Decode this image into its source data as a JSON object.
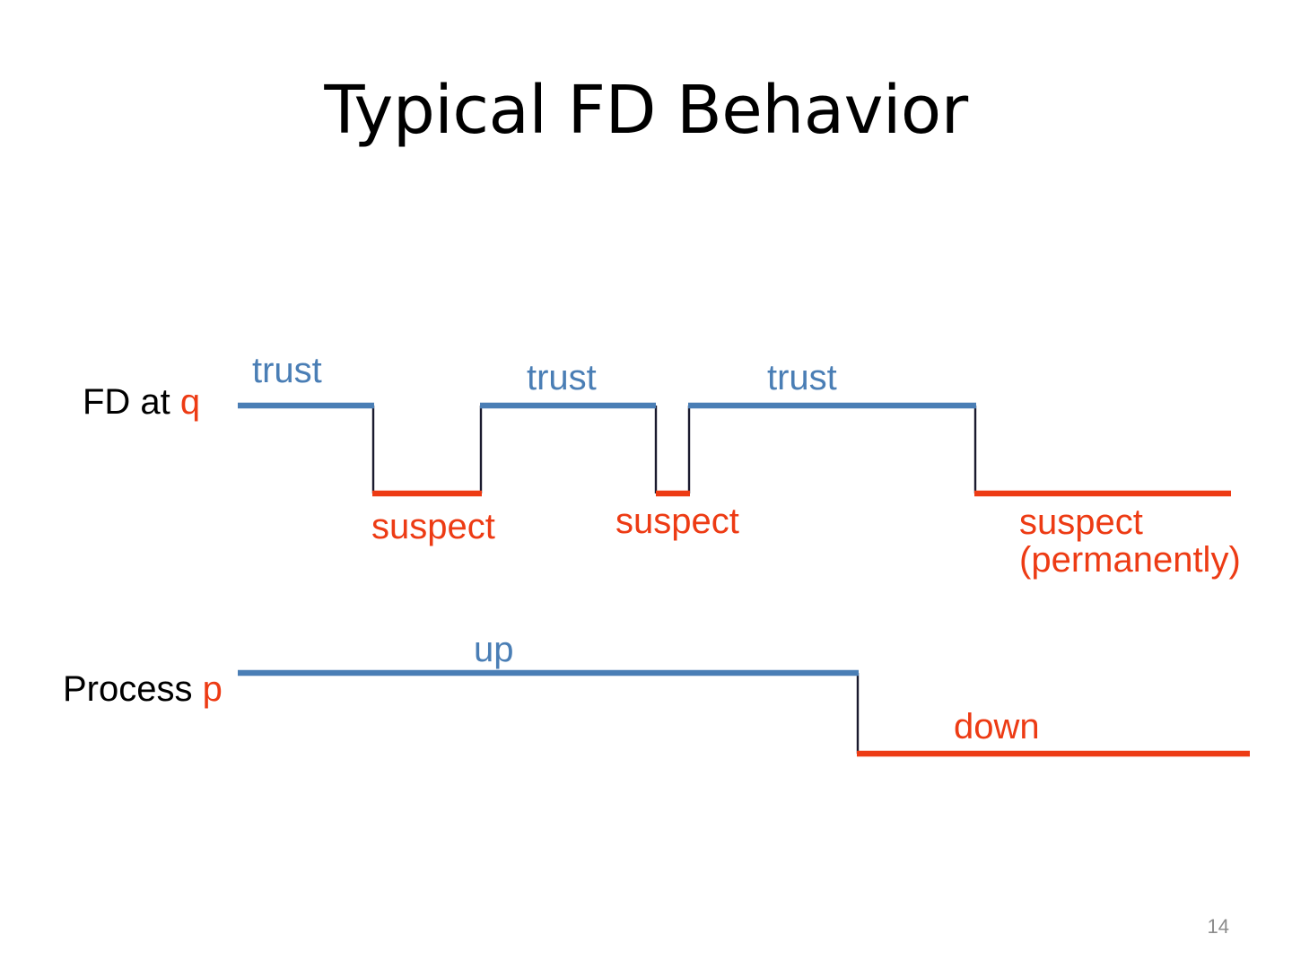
{
  "slide": {
    "title": "Typical FD Behavior",
    "page_number": "14",
    "colors": {
      "trust_blue": "#4A7EB5",
      "suspect_red": "#ED3B14",
      "connector": "#1A1A2E",
      "title_black": "#000000",
      "page_number_gray": "#8C8C8C",
      "background": "#FFFFFF"
    }
  },
  "rows": {
    "fd": {
      "label_prefix": "FD at ",
      "label_variable": "q"
    },
    "process": {
      "label_prefix": "Process ",
      "label_variable": "p"
    }
  },
  "labels": {
    "trust_1": "trust",
    "trust_2": "trust",
    "trust_3": "trust",
    "suspect_1": "suspect",
    "suspect_2": "suspect",
    "suspect_3_line1": "suspect",
    "suspect_3_line2": "(permanently)",
    "up": "up",
    "down": "down"
  },
  "chart_data": {
    "type": "line",
    "title": "Typical FD Behavior",
    "xlabel": "",
    "ylabel": "",
    "grid": false,
    "legend": "none",
    "description": "Step timing diagram of a failure detector module at process q tracking the up/down status of process p.",
    "series": [
      {
        "name": "FD at q",
        "row_label": "FD at q",
        "high_state": "trust",
        "low_state": "suspect",
        "high_color": "#4A7EB5",
        "low_color": "#ED3B14",
        "high_y": 452,
        "low_y": 550,
        "segments": [
          {
            "state": "trust",
            "x_start": 265,
            "x_end": 417,
            "y": 452,
            "color": "#4A7EB5",
            "label": "trust"
          },
          {
            "state": "suspect",
            "x_start": 415,
            "x_end": 537,
            "y": 550,
            "color": "#ED3B14",
            "label": "suspect"
          },
          {
            "state": "trust",
            "x_start": 535,
            "x_end": 731,
            "y": 452,
            "color": "#4A7EB5",
            "label": "trust"
          },
          {
            "state": "suspect",
            "x_start": 731,
            "x_end": 769,
            "y": 550,
            "color": "#ED3B14",
            "label": "suspect"
          },
          {
            "state": "trust",
            "x_start": 767,
            "x_end": 1088,
            "y": 452,
            "color": "#4A7EB5",
            "label": "trust"
          },
          {
            "state": "suspect",
            "x_start": 1086,
            "x_end": 1372,
            "y": 550,
            "color": "#ED3B14",
            "label": "suspect (permanently)"
          }
        ],
        "transitions": [
          {
            "x": 416,
            "from": "trust",
            "to": "suspect"
          },
          {
            "x": 536,
            "from": "suspect",
            "to": "trust"
          },
          {
            "x": 731,
            "from": "trust",
            "to": "suspect"
          },
          {
            "x": 768,
            "from": "suspect",
            "to": "trust"
          },
          {
            "x": 1087,
            "from": "trust",
            "to": "suspect"
          }
        ]
      },
      {
        "name": "Process p",
        "row_label": "Process p",
        "high_state": "up",
        "low_state": "down",
        "high_color": "#4A7EB5",
        "low_color": "#ED3B14",
        "high_y": 750,
        "low_y": 840,
        "segments": [
          {
            "state": "up",
            "x_start": 265,
            "x_end": 957,
            "y": 750,
            "color": "#4A7EB5",
            "label": "up"
          },
          {
            "state": "down",
            "x_start": 955,
            "x_end": 1393,
            "y": 840,
            "color": "#ED3B14",
            "label": "down"
          }
        ],
        "transitions": [
          {
            "x": 956,
            "from": "up",
            "to": "down"
          }
        ]
      }
    ]
  }
}
